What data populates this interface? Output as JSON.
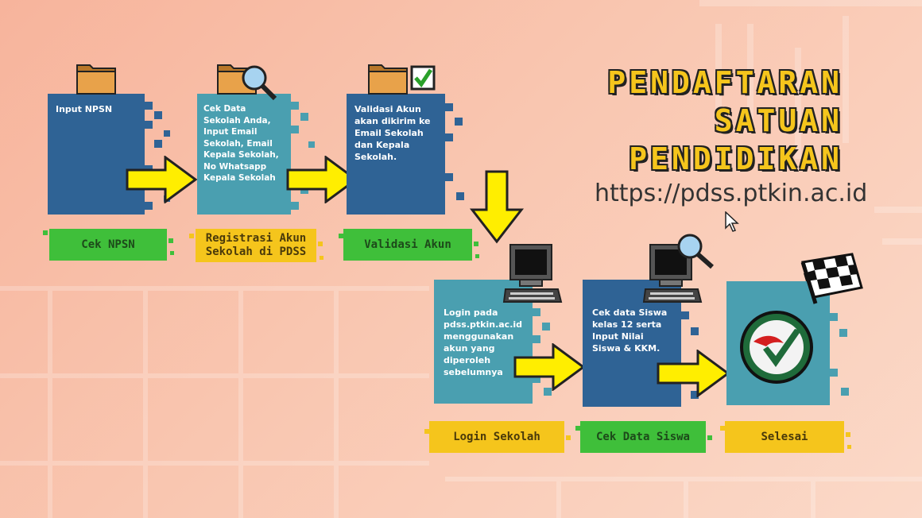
{
  "title": {
    "line1": "PENDAFTARAN",
    "line2": "SATUAN",
    "line3": "PENDIDIKAN"
  },
  "url": "https://pdss.ptkin.ac.id",
  "steps": [
    {
      "text": "Input NPSN",
      "label": "Cek NPSN"
    },
    {
      "text": "Cek Data Sekolah Anda, Input Email Sekolah, Email Kepala Sekolah, No Whatsapp Kepala Sekolah",
      "label": "Registrasi Akun Sekolah di PDSS"
    },
    {
      "text": "Validasi Akun akan dikirim ke Email Sekolah dan Kepala Sekolah.",
      "label": "Validasi Akun"
    },
    {
      "text": "Login pada pdss.ptkin.ac.id menggunakan akun yang diperoleh sebelumnya",
      "label": "Login Sekolah"
    },
    {
      "text": "Cek data Siswa kelas 12 serta Input Nilai Siswa & KKM.",
      "label": "Cek Data Siswa"
    },
    {
      "text": "",
      "label": "Selesai"
    }
  ],
  "colors": {
    "dark_card": "#2f6395",
    "light_card": "#4a9fb0",
    "green_label": "#3fbf3a",
    "yellow_label": "#f5c51c",
    "arrow": "#ffee00"
  },
  "icons": [
    "folder-icon",
    "folder-search-icon",
    "folder-check-icon",
    "computer-icon",
    "computer-search-icon",
    "checkered-flag-icon",
    "logo-icon",
    "cursor-icon"
  ]
}
